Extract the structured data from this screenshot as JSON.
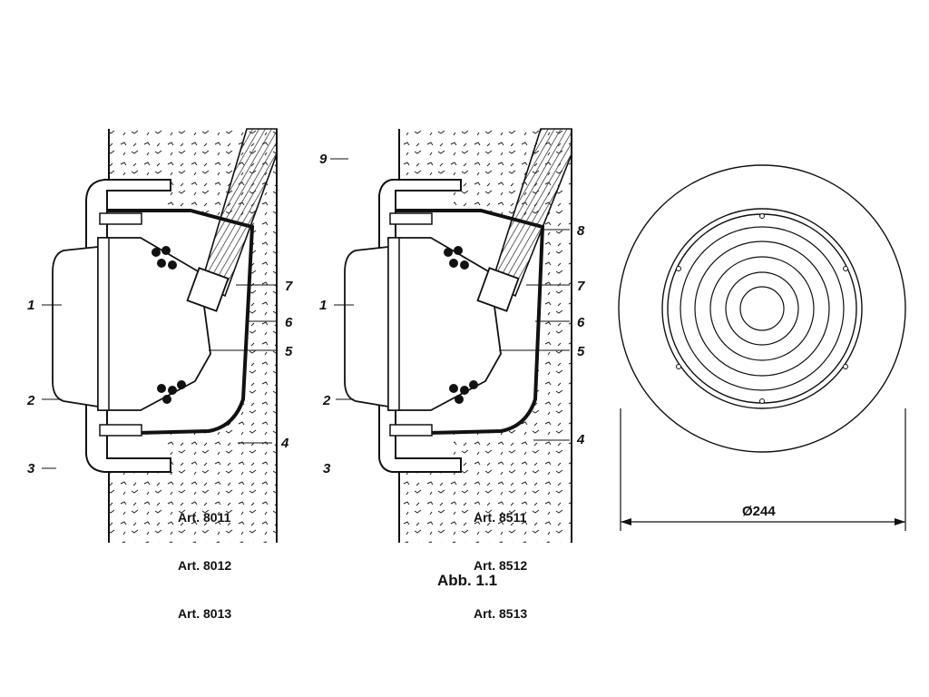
{
  "figure": {
    "caption": "Abb. 1.1",
    "diameter_label": "Ø244"
  },
  "left_view": {
    "labels": [
      "1",
      "2",
      "3",
      "4",
      "5",
      "6",
      "7"
    ],
    "articles": [
      "Art. 8011",
      "Art. 8012",
      "Art. 8013"
    ]
  },
  "middle_view": {
    "labels": [
      "1",
      "2",
      "3",
      "4",
      "5",
      "6",
      "7",
      "8",
      "9"
    ],
    "articles": [
      "Art. 8511",
      "Art. 8512",
      "Art. 8513"
    ]
  }
}
